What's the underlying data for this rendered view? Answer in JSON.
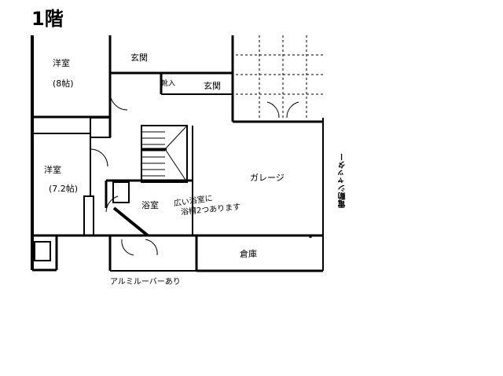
{
  "floor_label": "1階",
  "rooms": {
    "western_room_1": {
      "name": "洋室",
      "size": "(8帖)"
    },
    "entrance_1": "玄関",
    "entrance_2": "玄関",
    "shoe_storage": "靴入",
    "western_room_2": {
      "name": "洋室",
      "size": "(7.2帖)"
    },
    "bathroom": "浴室",
    "garage": "ガレージ",
    "storage": "倉庫"
  },
  "notes": {
    "bath_note_1": "広い浴室に",
    "bath_note_2": "浴槽2つあります",
    "louver": "アルミルーバーあり",
    "shutter": "電動シャッター"
  }
}
